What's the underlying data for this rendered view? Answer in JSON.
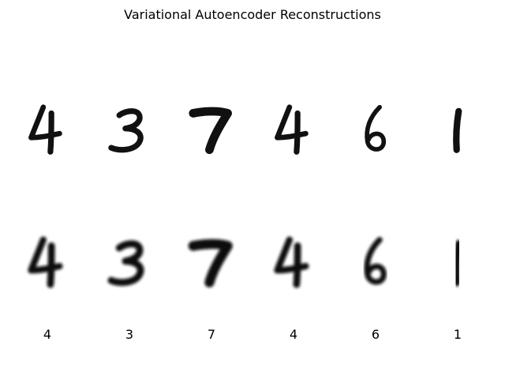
{
  "figure": {
    "title": "Variational Autoencoder Reconstructions"
  },
  "samples": [
    {
      "label": "4",
      "original_icon": "handwritten-digit-4",
      "reconstruction_icon": "blurred-digit-4"
    },
    {
      "label": "3",
      "original_icon": "handwritten-digit-3",
      "reconstruction_icon": "blurred-digit-3"
    },
    {
      "label": "7",
      "original_icon": "handwritten-digit-7",
      "reconstruction_icon": "blurred-digit-7"
    },
    {
      "label": "4",
      "original_icon": "handwritten-digit-4",
      "reconstruction_icon": "blurred-digit-4"
    },
    {
      "label": "6",
      "original_icon": "handwritten-digit-6",
      "reconstruction_icon": "blurred-digit-6"
    },
    {
      "label": "1",
      "original_icon": "handwritten-digit-1",
      "reconstruction_icon": "blurred-digit-1"
    }
  ],
  "colors": {
    "ink": "#111111",
    "background": "#ffffff"
  }
}
